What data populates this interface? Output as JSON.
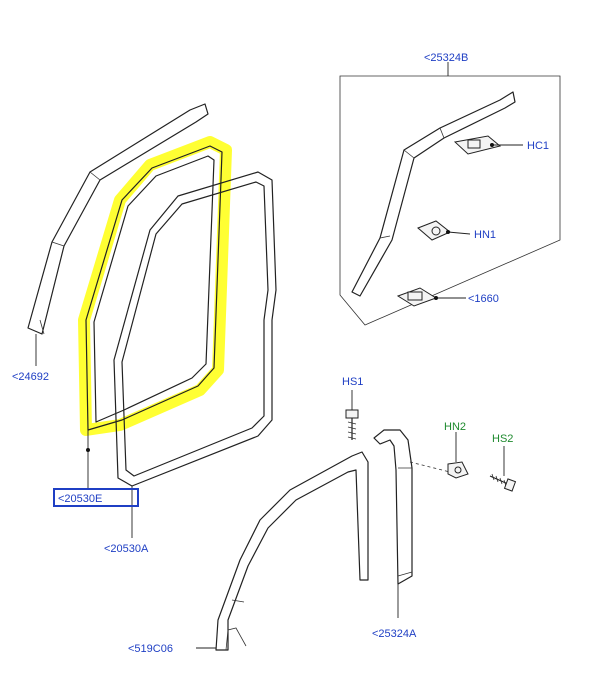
{
  "labels": {
    "inset_title": "<25324B",
    "hc1": "HC1",
    "hn1": "HN1",
    "c1660": "<1660",
    "p24692": "<24692",
    "p20530e": "<20530E",
    "p20530a": "<20530A",
    "hs1": "HS1",
    "hn2": "HN2",
    "hs2": "HS2",
    "p25324a": "<25324A",
    "p519c06": "<519C06"
  },
  "colors": {
    "label_blue": "#1f3fc4",
    "label_green": "#1e8a2e",
    "highlight": "#ffff33",
    "selected_box": "#1f3fc4"
  },
  "selected_part": "<20530E"
}
